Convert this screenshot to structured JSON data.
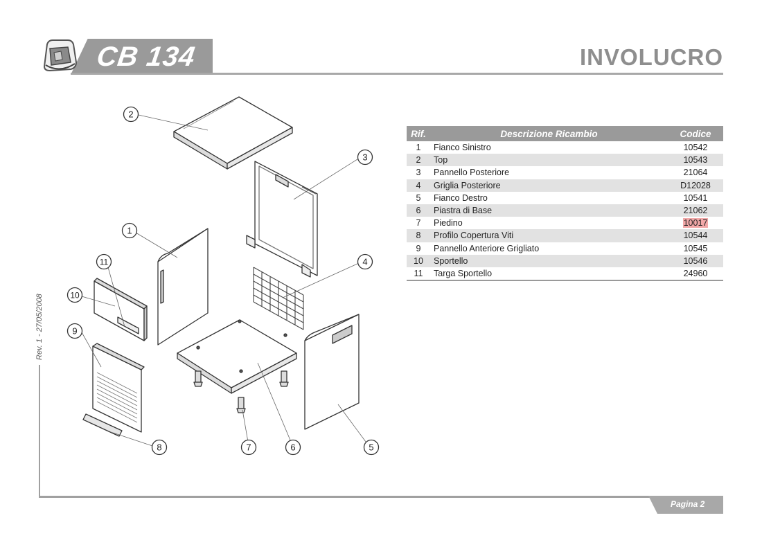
{
  "header": {
    "model": "CB 134",
    "section": "INVOLUCRO"
  },
  "revision": "Rev. 1 - 27/05/2008",
  "footer": {
    "page": "Pagina 2"
  },
  "table": {
    "headers": {
      "ref": "Rif.",
      "description": "Descrizione Ricambio",
      "code": "Codice"
    },
    "rows": [
      {
        "ref": "1",
        "description": "Fianco Sinistro",
        "code": "10542"
      },
      {
        "ref": "2",
        "description": "Top",
        "code": "10543"
      },
      {
        "ref": "3",
        "description": "Pannello Posteriore",
        "code": "21064"
      },
      {
        "ref": "4",
        "description": "Griglia Posteriore",
        "code": "D12028"
      },
      {
        "ref": "5",
        "description": "Fianco Destro",
        "code": "10541"
      },
      {
        "ref": "6",
        "description": "Piastra di Base",
        "code": "21062"
      },
      {
        "ref": "7",
        "description": "Piedino",
        "code": "10017"
      },
      {
        "ref": "8",
        "description": "Profilo Copertura Viti",
        "code": "10544"
      },
      {
        "ref": "9",
        "description": "Pannello Anteriore Grigliato",
        "code": "10545"
      },
      {
        "ref": "10",
        "description": "Sportello",
        "code": "10546"
      },
      {
        "ref": "11",
        "description": "Targa Sportello",
        "code": "24960"
      }
    ]
  },
  "diagram": {
    "callouts": [
      "1",
      "2",
      "3",
      "4",
      "5",
      "6",
      "7",
      "8",
      "9",
      "10",
      "11"
    ]
  },
  "colors": {
    "header_gray": "#9a9a9a",
    "row_alt": "#e2e2e2",
    "highlight": "#f2a8a8"
  }
}
